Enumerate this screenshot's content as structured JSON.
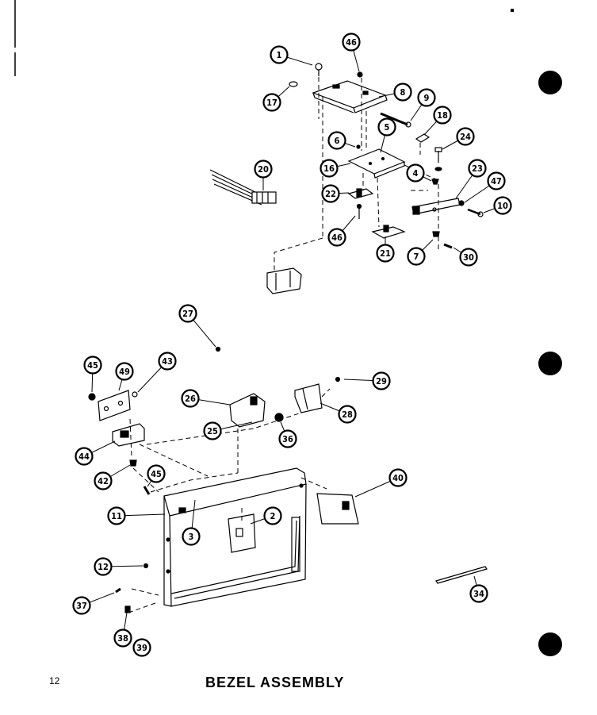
{
  "page": {
    "number": "12",
    "title": "BEZEL ASSEMBLY"
  },
  "callouts": [
    {
      "id": "c1",
      "label": "1"
    },
    {
      "id": "c46a",
      "label": "46"
    },
    {
      "id": "c17",
      "label": "17"
    },
    {
      "id": "c8",
      "label": "8"
    },
    {
      "id": "c9",
      "label": "9"
    },
    {
      "id": "c18",
      "label": "18"
    },
    {
      "id": "c5",
      "label": "5"
    },
    {
      "id": "c6",
      "label": "6"
    },
    {
      "id": "c24",
      "label": "24"
    },
    {
      "id": "c20",
      "label": "20"
    },
    {
      "id": "c16",
      "label": "16"
    },
    {
      "id": "c4",
      "label": "4"
    },
    {
      "id": "c23",
      "label": "23"
    },
    {
      "id": "c47",
      "label": "47"
    },
    {
      "id": "c22",
      "label": "22"
    },
    {
      "id": "c10",
      "label": "10"
    },
    {
      "id": "c46b",
      "label": "46"
    },
    {
      "id": "c21",
      "label": "21"
    },
    {
      "id": "c7",
      "label": "7"
    },
    {
      "id": "c30",
      "label": "30"
    },
    {
      "id": "c27",
      "label": "27"
    },
    {
      "id": "c45a",
      "label": "45"
    },
    {
      "id": "c49",
      "label": "49"
    },
    {
      "id": "c43",
      "label": "43"
    },
    {
      "id": "c29",
      "label": "29"
    },
    {
      "id": "c26",
      "label": "26"
    },
    {
      "id": "c28",
      "label": "28"
    },
    {
      "id": "c25",
      "label": "25"
    },
    {
      "id": "c36",
      "label": "36"
    },
    {
      "id": "c44",
      "label": "44"
    },
    {
      "id": "c45b",
      "label": "45"
    },
    {
      "id": "c42",
      "label": "42"
    },
    {
      "id": "c40",
      "label": "40"
    },
    {
      "id": "c11",
      "label": "11"
    },
    {
      "id": "c2",
      "label": "2"
    },
    {
      "id": "c3",
      "label": "3"
    },
    {
      "id": "c12",
      "label": "12"
    },
    {
      "id": "c34",
      "label": "34"
    },
    {
      "id": "c37",
      "label": "37"
    },
    {
      "id": "c38",
      "label": "38"
    },
    {
      "id": "c39",
      "label": "39"
    }
  ],
  "colors": {
    "ink": "#000000",
    "paper": "#ffffff"
  }
}
